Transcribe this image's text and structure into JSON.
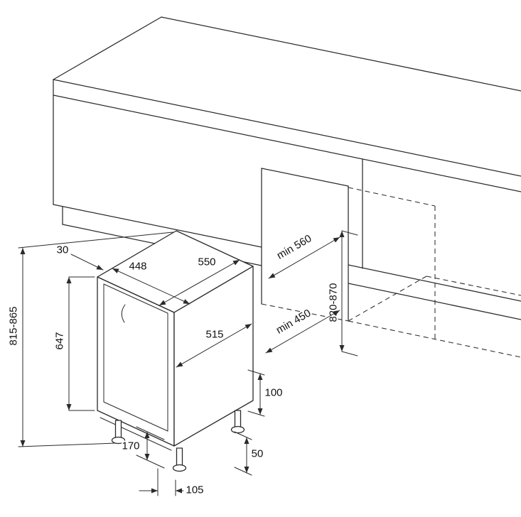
{
  "diagram": {
    "colors": {
      "line": "#2a2a2a",
      "text": "#111111",
      "background": "#ffffff"
    },
    "dimensions": {
      "top_gap": "30",
      "appliance_width": "448",
      "appliance_top_depth": "550",
      "appliance_height": "815-865",
      "furniture_door_height": "647",
      "niche_min_depth": "min 560",
      "niche_height": "820-870",
      "niche_min_width": "min 450",
      "base_depth": "515",
      "rear_clearance": "100",
      "plinth_height": "170",
      "rear_foot_inset": "50",
      "front_foot_inset": "105"
    }
  }
}
